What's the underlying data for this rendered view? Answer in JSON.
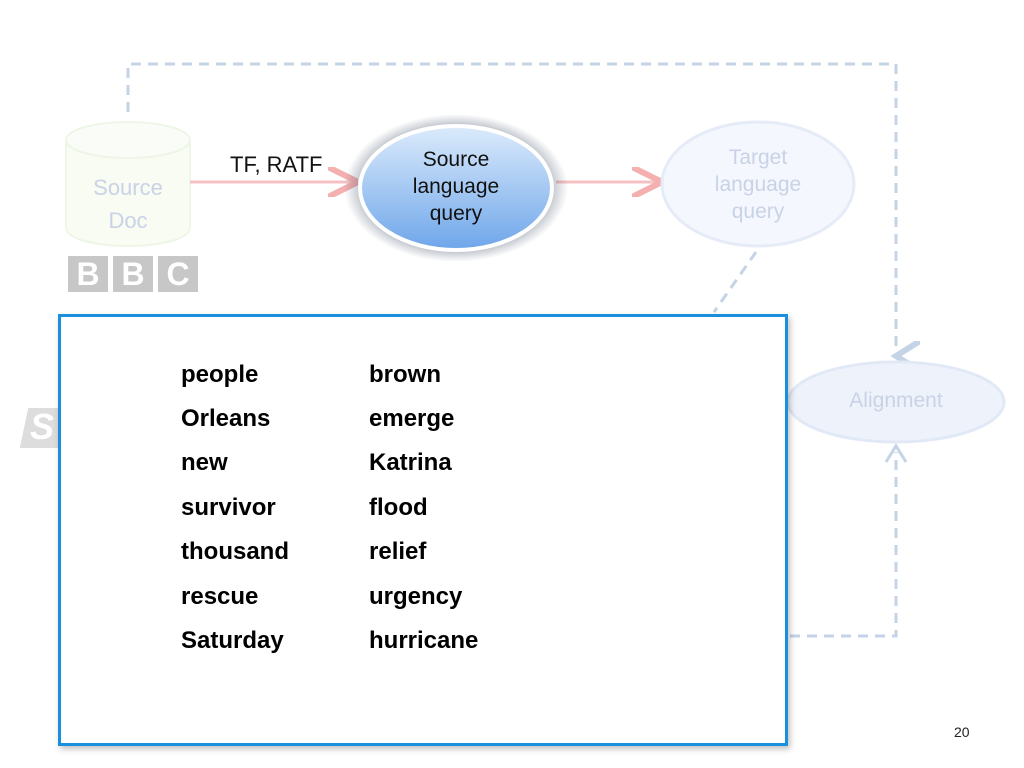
{
  "diagram": {
    "source_doc": {
      "line1": "Source",
      "line2": "Doc"
    },
    "edge_label": "TF, RATF",
    "source_query": {
      "line1": "Source",
      "line2": "language",
      "line3": "query"
    },
    "target_query": {
      "line1": "Target",
      "line2": "language",
      "line3": "query"
    },
    "alignment": "Alignment",
    "logo_text": "BBC"
  },
  "terms": {
    "left": [
      "people",
      "Orleans",
      "new",
      "survivor",
      "thousand",
      "rescue",
      "Saturday"
    ],
    "right": [
      "brown",
      "emerge",
      "Katrina",
      "flood",
      "relief",
      "urgency",
      "hurricane"
    ]
  },
  "page_number": "20",
  "colors": {
    "panel_border": "#1a8fdd",
    "arrow": "#f4b8b8",
    "dashed": "#c5d3e6",
    "highlight_node": "#7aaeea"
  }
}
